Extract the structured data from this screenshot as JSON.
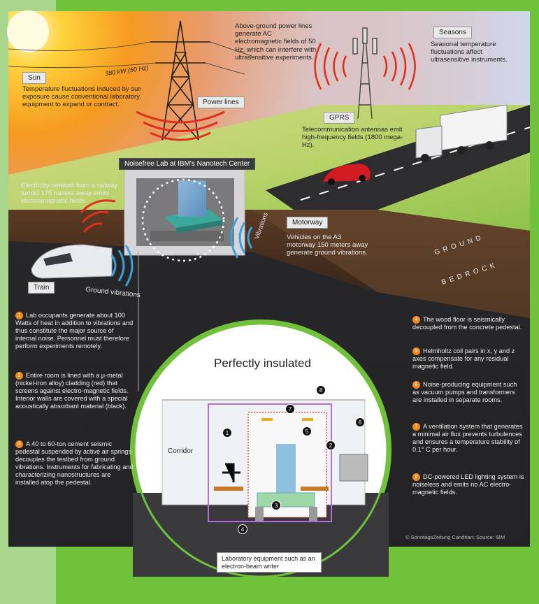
{
  "sun": {
    "label": "Sun",
    "text": "Temperature fluctuations induced by sun exposure cause conventional laboratory equipment to expand or contract."
  },
  "power": {
    "label": "Power lines",
    "voltage": "380 kW (50 Hz)",
    "text": "Above-ground power lines generate AC electromagnetic fields of 50 Hz, which can interfere with ultrasensitive experiments."
  },
  "gprs": {
    "label": "GPRS",
    "text": "Telecommunication antennas emit high-frequency fields (1800 mega-Hz)."
  },
  "seasons": {
    "label": "Seasons",
    "text": "Seasonal temperature fluctuations affect ultrasensitive instruments."
  },
  "lab": {
    "title": "Noisefree Lab at IBM's Nanotech Center"
  },
  "railway": {
    "text": "Electricity network from a railway tunnel 175 meters away emits electromagnetic fields."
  },
  "train": {
    "label": "Train",
    "ground_vibrations": "Ground vibrations"
  },
  "motorway": {
    "label": "Motorway",
    "vibrations": "Vibrations",
    "text": "Vehicles on the A3 motorway 150 meters away generate ground vibrations."
  },
  "layers": {
    "ground": "GROUND",
    "bedrock": "BEDROCK"
  },
  "notes_left": [
    {
      "num": "1",
      "text": "Lab occupants generate about 100 Watts of heat in addition to vibrations and thus constitute the major source of internal noise. Personnel must therefore perform experiments remotely."
    },
    {
      "num": "2",
      "text": "Entire room is lined with a μ-metal (nickel-iron alloy) cladding (red) that screens against electro-magnetic fields. Interior walls are covered with a special acoustically absorbant material (black)."
    },
    {
      "num": "3",
      "text": "A 40 to 60-ton cement seismic pedestal suspended by active air springs decouples the testbed from ground vibrations. Instruments for fabricating and characterizing nanostructures are installed atop the pedestal."
    }
  ],
  "notes_right": [
    {
      "num": "4",
      "text": "The wood floor is seismically decoupled from the concrete pedestal."
    },
    {
      "num": "5",
      "text": "Helmholtz coil pairs in x, y and z axes compensate for any residual magnetic field."
    },
    {
      "num": "6",
      "text": "Noise-producing equipment such as vacuum pumps and transformers are installed in separate rooms."
    },
    {
      "num": "7",
      "text": "A ventilation system that generates a minimal air flux prevents turbulences and ensures a temperature stability of 0.1° C per hour."
    },
    {
      "num": "8",
      "text": "DC-powered LED lighting system is noiseless and emits no AC electro-magnetic fields."
    }
  ],
  "inset": {
    "title": "Perfectly insulated",
    "corridor": "Corridor",
    "equipment": "Laboratory equipment such as an electron-beam writer",
    "markers": [
      "1",
      "2",
      "3",
      "4",
      "5",
      "6",
      "7",
      "8"
    ]
  },
  "credit": "© SonntagsZeitung Candrian; Source: IBM",
  "colors": {
    "frame_green": "#6fc23a",
    "frame_light": "#a8d68c",
    "accent_orange": "#f08a1c",
    "cladding_red": "#e05050",
    "lining_purple": "#b36fd6",
    "vibration_blue": "#3aa0e0"
  }
}
